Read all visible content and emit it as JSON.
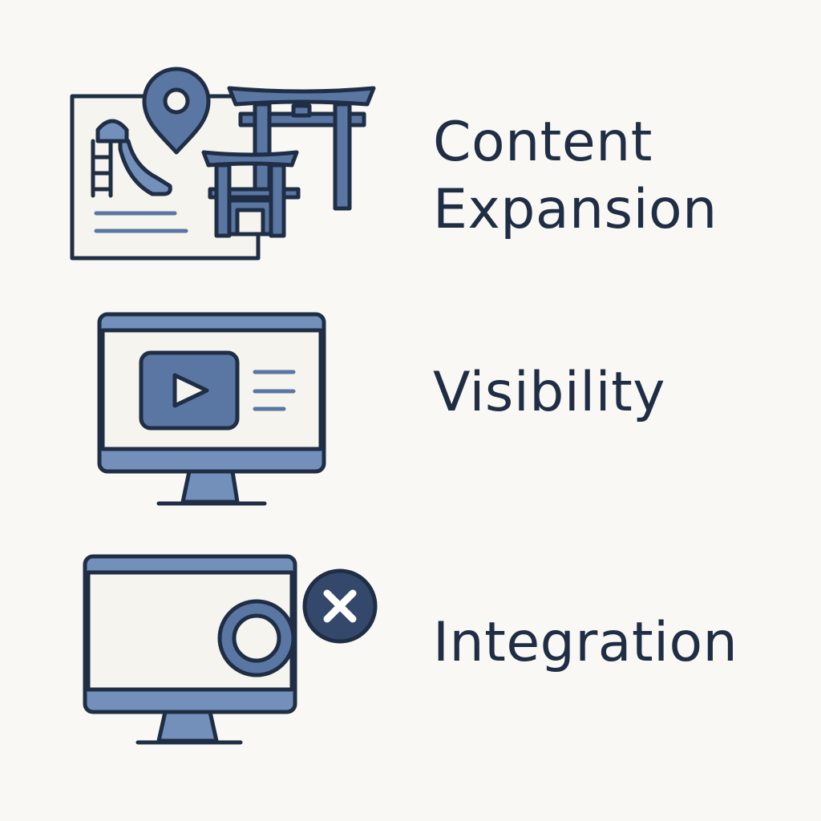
{
  "items": [
    {
      "label": "Content\nExpansion",
      "icon": "map-landmarks-icon"
    },
    {
      "label": "Visibility",
      "icon": "monitor-video-icon"
    },
    {
      "label": "Integration",
      "icon": "monitor-close-icon"
    }
  ],
  "colors": {
    "background": "#f9f8f4",
    "text": "#1f2e45",
    "outline": "#1f2e45",
    "fill": "#5a76a3",
    "fill_light": "#7390bb",
    "panel": "#f5f4ef"
  }
}
